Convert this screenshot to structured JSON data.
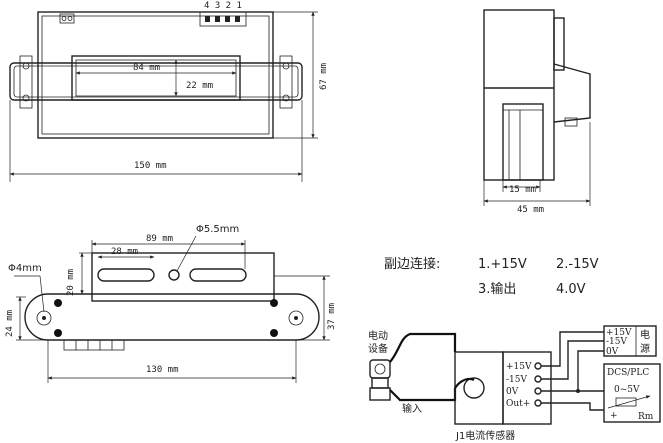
{
  "front_view": {
    "pin_numbers": "4 3 2 1",
    "dim_width_inner": "84 mm",
    "dim_window_height": "22 mm",
    "dim_height": "67 mm",
    "dim_width_total": "150 mm"
  },
  "side_view": {
    "dim_inner": "15 mm",
    "dim_depth": "45 mm"
  },
  "bottom_view": {
    "dim_slot_span": "89 mm",
    "dim_hole_diam": "Φ5.5mm",
    "dim_slot_len": "28 mm",
    "dim_bracket_h": "20 mm",
    "dim_hole_small": "Φ4mm",
    "dim_left_h": "24 mm",
    "dim_right_h": "37 mm",
    "dim_base": "130 mm"
  },
  "connection": {
    "title": "副边连接:",
    "pin1": "1.+15V",
    "pin2": "2.-15V",
    "pin3": "3.输出",
    "pin4": "4.0V"
  },
  "wiring": {
    "device_label_1": "电动",
    "device_label_2": "设备",
    "input_label": "输入",
    "sensor_label": "J1电流传感器",
    "term_p15": "+15V",
    "term_m15": "-15V",
    "term_0v": "0V",
    "term_out": "Out+",
    "ps_p15": "+15V",
    "ps_m15": "-15V",
    "ps_0v": "0V",
    "ps_label_1": "电",
    "ps_label_2": "源",
    "plc_label": "DCS/PLC",
    "plc_range": "0~5V",
    "plc_plus": "+",
    "plc_rm": "Rm"
  }
}
